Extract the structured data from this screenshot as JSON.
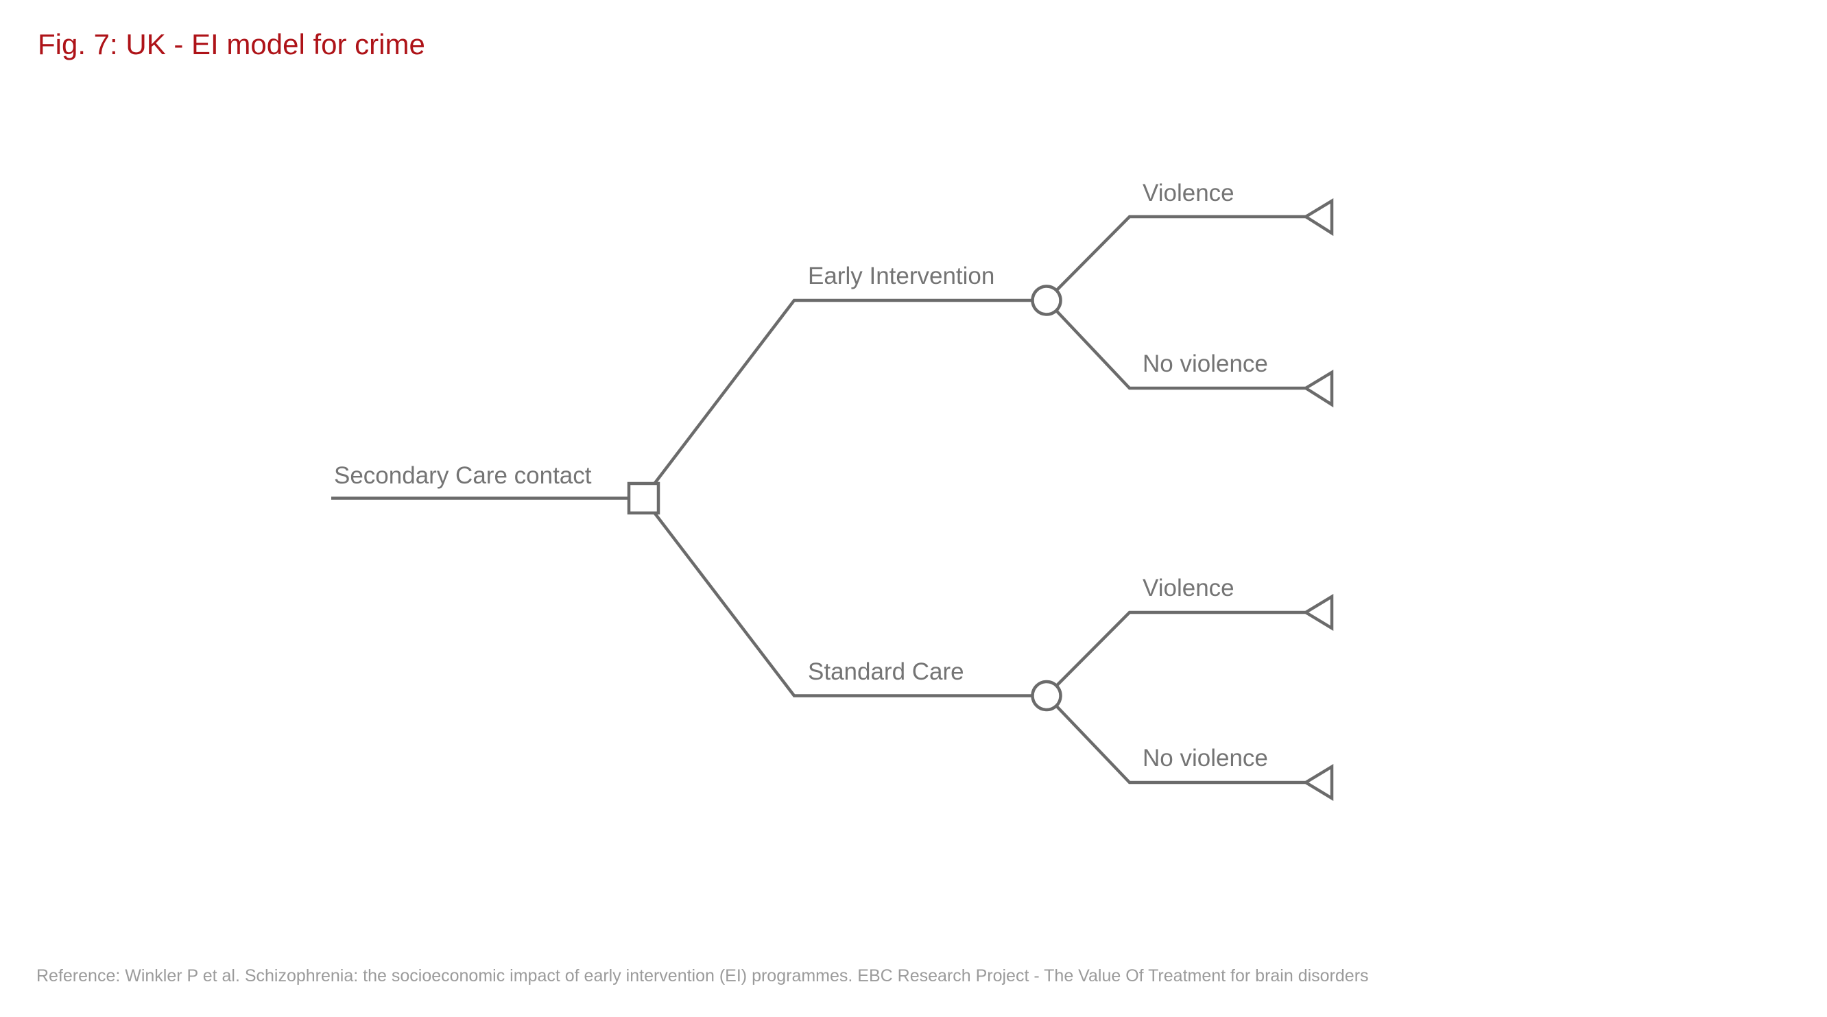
{
  "figure": {
    "title": "Fig. 7: UK - EI model for crime",
    "reference": "Reference: Winkler P et al. Schizophrenia: the socioeconomic impact of early intervention (EI) programmes. EBC Research Project - The Value Of Treatment for brain disorders"
  },
  "colors": {
    "title": "#ae1318",
    "line": "#6b6b6b",
    "label": "#747474",
    "reference": "#9b9b9b",
    "background": "#ffffff"
  },
  "tree": {
    "root": {
      "label": "Secondary Care contact",
      "node_type": "decision-square"
    },
    "branches": [
      {
        "label": "Early Intervention",
        "node_type": "chance-circle",
        "children": [
          {
            "label": "Violence",
            "node_type": "terminal-triangle"
          },
          {
            "label": "No violence",
            "node_type": "terminal-triangle"
          }
        ]
      },
      {
        "label": "Standard Care",
        "node_type": "chance-circle",
        "children": [
          {
            "label": "Violence",
            "node_type": "terminal-triangle"
          },
          {
            "label": "No violence",
            "node_type": "terminal-triangle"
          }
        ]
      }
    ]
  }
}
